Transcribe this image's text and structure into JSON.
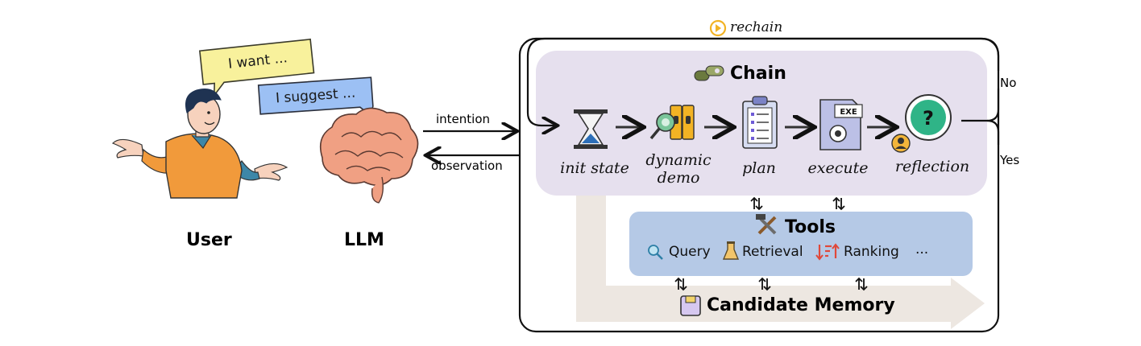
{
  "user_bubble": {
    "text": "I want ..."
  },
  "llm_bubble": {
    "text": "I suggest ..."
  },
  "actors": {
    "user": "User",
    "llm": "LLM"
  },
  "edges": {
    "intention": "intention",
    "observation": "observation",
    "no": "No",
    "yes": "Yes"
  },
  "rechain": {
    "label": "rechain"
  },
  "chain": {
    "title": "Chain",
    "steps": [
      {
        "label": "init state"
      },
      {
        "label": "dynamic\ndemo"
      },
      {
        "label": "plan"
      },
      {
        "label": "execute"
      },
      {
        "label": "reflection"
      }
    ]
  },
  "tools": {
    "title": "Tools",
    "items": [
      {
        "label": "Query"
      },
      {
        "label": "Retrieval"
      },
      {
        "label": "Ranking"
      },
      {
        "label": "..."
      }
    ]
  },
  "memory": {
    "title": "Candidate Memory"
  },
  "icons": {
    "execute_badge": "EXE",
    "reflection_badge": "?"
  },
  "colors": {
    "chain_panel": "#e6e0ee",
    "tools_panel": "#b5c9e6",
    "memory_arrow": "#ede7e1",
    "user_bubble": "#f8f19c",
    "llm_bubble": "#9cc0f4",
    "brain": "#f0a083"
  }
}
